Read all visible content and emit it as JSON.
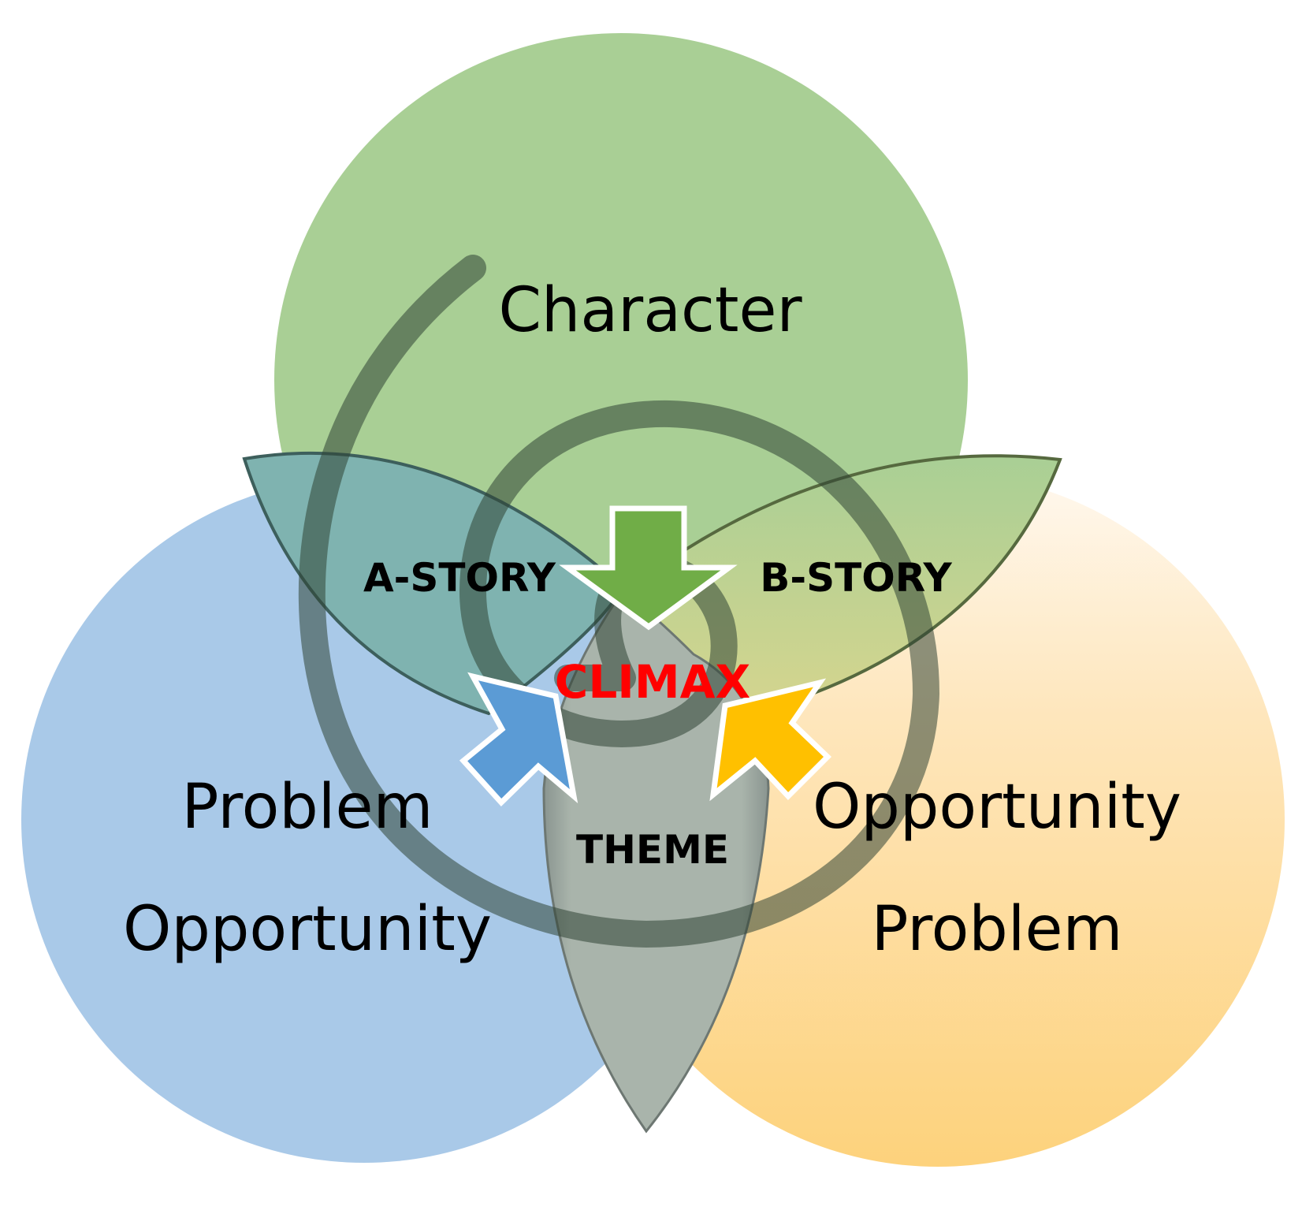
{
  "diagram": {
    "type": "venn-with-spiral",
    "circles": [
      {
        "id": "character",
        "label": "Character",
        "color": "#a9cf95"
      },
      {
        "id": "left",
        "label_lines": [
          "Problem",
          "Opportunity"
        ],
        "color": "#a9c9e8"
      },
      {
        "id": "right",
        "label_lines": [
          "Opportunity",
          "Problem"
        ],
        "color": "#fdd27c"
      }
    ],
    "intersections": {
      "a_story": {
        "label": "A-STORY",
        "color": "#7fb3b0"
      },
      "b_story": {
        "label": "B-STORY",
        "color": "#b8d08e"
      },
      "theme": {
        "label": "THEME",
        "color": "#a9b4ab"
      },
      "climax": {
        "label": "CLIMAX",
        "color": "#ff0000"
      }
    },
    "arrows": [
      {
        "id": "from-character",
        "direction": "down",
        "color": "#70ad47"
      },
      {
        "id": "from-left",
        "direction": "up-right",
        "color": "#5b9bd5"
      },
      {
        "id": "from-right",
        "direction": "up-left",
        "color": "#ffc000"
      }
    ],
    "spiral": {
      "color": "#3f4f3a"
    }
  }
}
